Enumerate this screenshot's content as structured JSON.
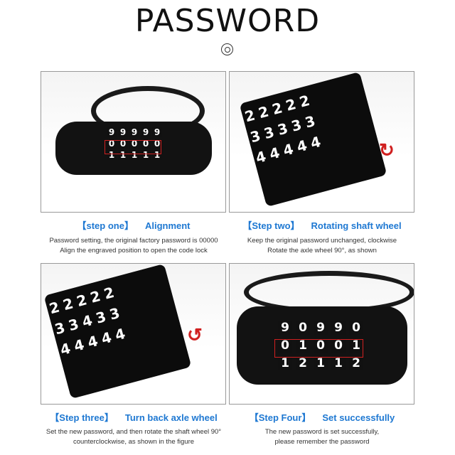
{
  "title": "PASSWORD",
  "steps": [
    {
      "label": "【step one】",
      "name": "Alignment",
      "desc": [
        "Password setting, the original factory password is 00000",
        "Align the engraved position to open the code lock"
      ],
      "rows": [
        "99999",
        "00000",
        "11111"
      ]
    },
    {
      "label": "【Step two】",
      "name": "Rotating shaft wheel",
      "desc": [
        "Keep the original password unchanged, clockwise",
        "Rotate the axle wheel 90°, as shown"
      ],
      "rows": [
        "22222",
        "33333",
        "44444"
      ]
    },
    {
      "label": "【Step three】",
      "name": "Turn back axle wheel",
      "desc": [
        "Set the new password, and then rotate the shaft wheel 90°",
        "counterclockwise, as shown in the figure"
      ],
      "rows": [
        "22222",
        "33433",
        "44444"
      ]
    },
    {
      "label": "【Step Four】",
      "name": "Set successfully",
      "desc": [
        "The new password is set successfully,",
        "please remember the password"
      ],
      "rows": [
        "90990",
        "01001",
        "12112"
      ]
    }
  ],
  "colors": {
    "accent": "#1e78d2",
    "highlight": "#d02020"
  }
}
